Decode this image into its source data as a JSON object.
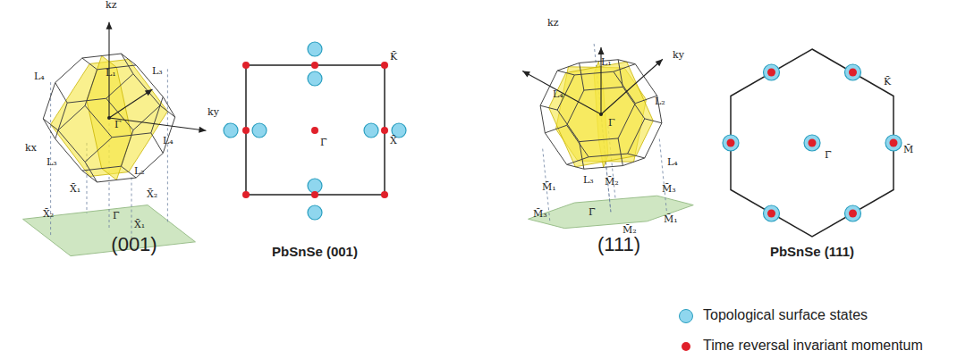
{
  "diagram": {
    "labels": [
      "kz",
      "L₄",
      "L₁",
      "L₃",
      "kx",
      "ky",
      "L₃",
      "L₄",
      "Γ",
      "L₂",
      "X̄₁",
      "X̄₂",
      "X̄₂",
      "Γ̄",
      "X̄₁",
      "(001)",
      "kz",
      "ky",
      "L₁",
      "L₄",
      "L₂",
      "Γ",
      "L₃",
      "L₄",
      "M̄₁",
      "M̄₂",
      "M̄₃",
      "M̄₃",
      "Γ̄",
      "M̄₂",
      "M̄₁",
      "(111)",
      "K̄",
      "X̄",
      "Γ̄",
      "PbSnSe (001)",
      "K̄",
      "M̄",
      "Γ̄",
      "PbSnSe (111)"
    ],
    "legend": [
      {
        "text": "Topological surface states",
        "color": "#8fd6ee"
      },
      {
        "text": "Time reversal invariant momentum",
        "color": "#e0202a"
      }
    ]
  }
}
